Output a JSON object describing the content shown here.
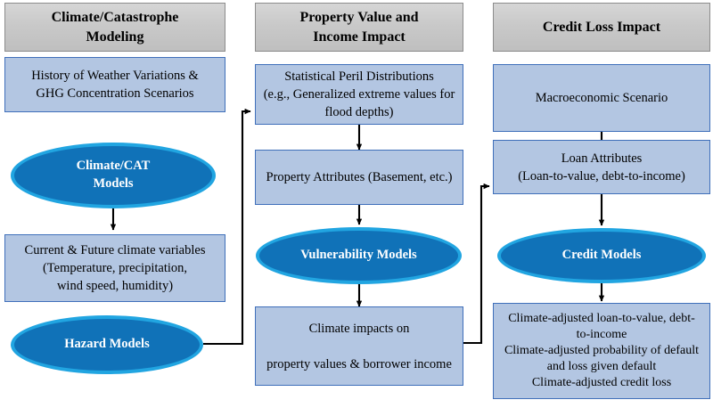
{
  "diagram": {
    "title_hidden": "",
    "colors": {
      "header_fill": "#c9c9c9",
      "header_border": "#8c8c8c",
      "box_fill": "#b3c6e2",
      "box_border": "#3f6fba",
      "ellipse_fill": "#1072b8",
      "ellipse_border": "#21a5e1",
      "connector": "#000000",
      "background": "#ffffff"
    },
    "columns": [
      {
        "id": "climate-catastrophe-modeling",
        "header": "Climate/Catastrophe Modeling",
        "nodes": [
          {
            "id": "history-of-weather",
            "shape": "box",
            "label": "History of Weather Variations & GHG Concentration Scenarios"
          },
          {
            "id": "climate-cat-models",
            "shape": "ellipse",
            "label": "Climate/CAT Models"
          },
          {
            "id": "current-future-climate-variables",
            "shape": "box",
            "label": "Current & Future climate variables (Temperature, precipitation, wind speed, humidity)"
          },
          {
            "id": "hazard-models",
            "shape": "ellipse",
            "label": "Hazard Models"
          }
        ]
      },
      {
        "id": "property-value-income-impact",
        "header": "Property Value and Income Impact",
        "nodes": [
          {
            "id": "statistical-peril-distributions",
            "shape": "box",
            "label": "Statistical Peril Distributions (e.g., Generalized extreme values for flood depths)"
          },
          {
            "id": "property-attributes",
            "shape": "box",
            "label": "Property Attributes (Basement, etc.)"
          },
          {
            "id": "vulnerability-models",
            "shape": "ellipse",
            "label": "Vulnerability Models"
          },
          {
            "id": "climate-impacts",
            "shape": "box",
            "label": "Climate impacts on property values & borrower income"
          }
        ]
      },
      {
        "id": "credit-loss-impact",
        "header": "Credit Loss Impact",
        "nodes": [
          {
            "id": "macroeconomic-scenario",
            "shape": "box",
            "label": "Macroeconomic Scenario"
          },
          {
            "id": "loan-attributes",
            "shape": "box",
            "label": "Loan Attributes (Loan-to-value, debt-to-income)"
          },
          {
            "id": "credit-models",
            "shape": "ellipse",
            "label": "Credit Models"
          },
          {
            "id": "credit-loss-outputs",
            "shape": "box",
            "label": "Climate-adjusted loan-to-value, debt-to-income Climate-adjusted probability of default and loss given default Climate-adjusted credit loss"
          }
        ]
      }
    ],
    "node_text": {
      "history_line1": "History of Weather Variations &",
      "history_line2": "GHG Concentration Scenarios",
      "climate_cat_line1": "Climate/CAT",
      "climate_cat_line2": "Models",
      "current_future_line1": "Current & Future climate variables",
      "current_future_line2": "(Temperature, precipitation,",
      "current_future_line3": "wind speed, humidity)",
      "hazard_models": "Hazard Models",
      "stat_peril_line1": "Statistical Peril Distributions",
      "stat_peril_line2": "(e.g., Generalized extreme values for",
      "stat_peril_line3": "flood depths)",
      "property_attributes": "Property Attributes (Basement, etc.)",
      "vulnerability_models": "Vulnerability Models",
      "climate_impacts_line1": "Climate impacts on",
      "climate_impacts_line2": "property values & borrower income",
      "macroeconomic_scenario": "Macroeconomic Scenario",
      "loan_attributes_line1": "Loan Attributes",
      "loan_attributes_line2": "(Loan-to-value, debt-to-income)",
      "credit_models": "Credit Models",
      "credit_out_line1": "Climate-adjusted loan-to-value, debt-",
      "credit_out_line2": "to-income",
      "credit_out_line3": "Climate-adjusted probability of default",
      "credit_out_line4": "and loss given default",
      "credit_out_line5": "Climate-adjusted credit loss"
    },
    "headers": {
      "col1_line1": "Climate/Catastrophe",
      "col1_line2": "Modeling",
      "col2_line1": "Property Value and",
      "col2_line2": "Income Impact",
      "col3_line1": "Credit Loss Impact"
    },
    "connectors": [
      {
        "id": "climate-cat-to-current-future",
        "from": "climate-cat-models",
        "to": "current-future-climate-variables",
        "kind": "arrow-down"
      },
      {
        "id": "hazard-to-statistical-peril",
        "from": "hazard-models",
        "to": "statistical-peril-distributions",
        "kind": "elbow-right-up"
      },
      {
        "id": "stat-peril-to-property-attributes",
        "from": "statistical-peril-distributions",
        "to": "property-attributes",
        "kind": "arrow-down"
      },
      {
        "id": "property-attributes-to-vulnerability",
        "from": "property-attributes",
        "to": "vulnerability-models",
        "kind": "arrow-down"
      },
      {
        "id": "vulnerability-to-climate-impacts",
        "from": "vulnerability-models",
        "to": "climate-impacts",
        "kind": "arrow-down"
      },
      {
        "id": "climate-impacts-to-loan-attributes",
        "from": "climate-impacts",
        "to": "loan-attributes",
        "kind": "elbow-right-up"
      },
      {
        "id": "macroeconomic-to-loan-attributes",
        "from": "macroeconomic-scenario",
        "to": "loan-attributes",
        "kind": "line-down"
      },
      {
        "id": "loan-attributes-to-credit-models",
        "from": "loan-attributes",
        "to": "credit-models",
        "kind": "arrow-down"
      },
      {
        "id": "credit-models-to-outputs",
        "from": "credit-models",
        "to": "credit-loss-outputs",
        "kind": "arrow-down"
      }
    ]
  }
}
